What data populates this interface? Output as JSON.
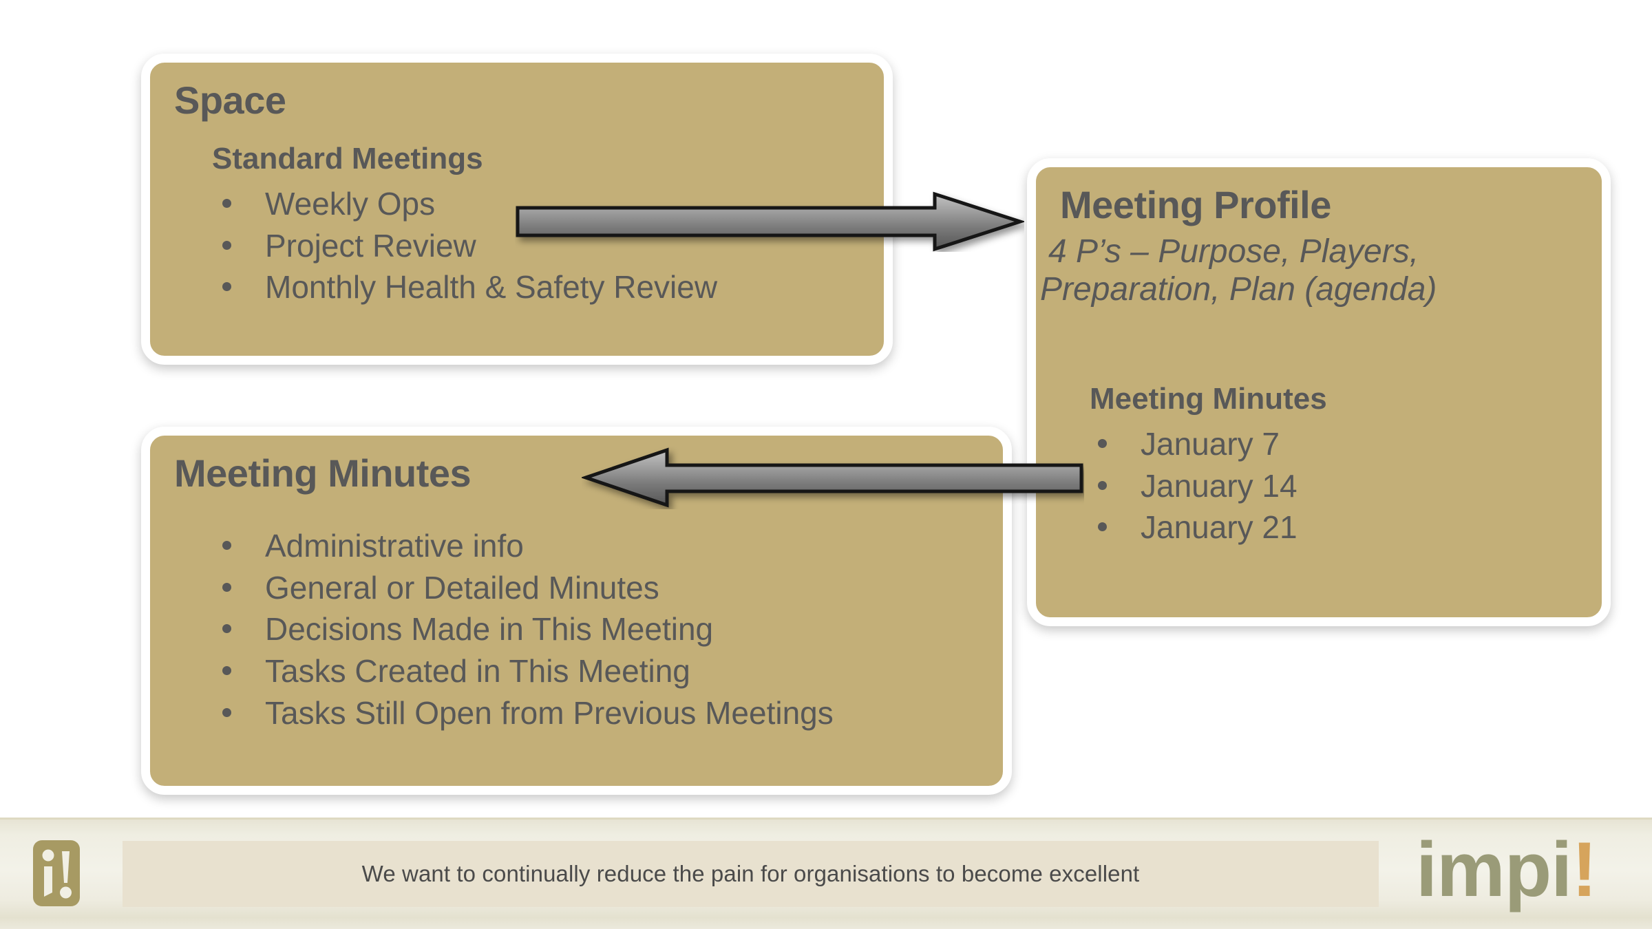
{
  "slide": {
    "background_color": "#ffffff",
    "card_fill_color": "#c3af78",
    "text_color": "#585858"
  },
  "cards": {
    "space": {
      "title": "Space",
      "subtitle": "Standard Meetings",
      "bullets": [
        "Weekly Ops",
        "Project Review",
        "Monthly Health & Safety Review"
      ]
    },
    "profile": {
      "title": "Meeting Profile",
      "detail_line_1": " 4 P’s – Purpose, Players,",
      "detail_line_2": "Preparation, Plan (agenda)",
      "subtitle": "Meeting Minutes",
      "bullets": [
        "January 7",
        "January 14",
        "January 21"
      ]
    },
    "minutes": {
      "title": "Meeting Minutes",
      "bullets": [
        "Administrative info",
        "General or Detailed Minutes",
        "Decisions Made in This Meeting",
        "Tasks Created in This Meeting",
        "Tasks Still Open from Previous Meetings"
      ]
    }
  },
  "arrows": {
    "space_to_profile": {
      "name": "right-arrow",
      "direction": "right",
      "fill_top_color": "#b3b3b3",
      "fill_bottom_color": "#5a5a5a",
      "outline_color": "#0d0d0d"
    },
    "profile_to_minutes": {
      "name": "left-arrow",
      "direction": "left",
      "fill_top_color": "#b3b3b3",
      "fill_bottom_color": "#5a5a5a",
      "outline_color": "#0d0d0d"
    }
  },
  "footer": {
    "tagline": "We want to continually reduce the pain for organisations to become excellent",
    "brand_word": "impi",
    "brand_bang": "!",
    "brand_color": "#9a9b78",
    "brand_accent_color": "#d6a45c",
    "mark_color": "#a79a63",
    "mark_glyph": "i!",
    "band_color": "#f1efe4",
    "tagline_bar_color": "#e8e1cf"
  }
}
